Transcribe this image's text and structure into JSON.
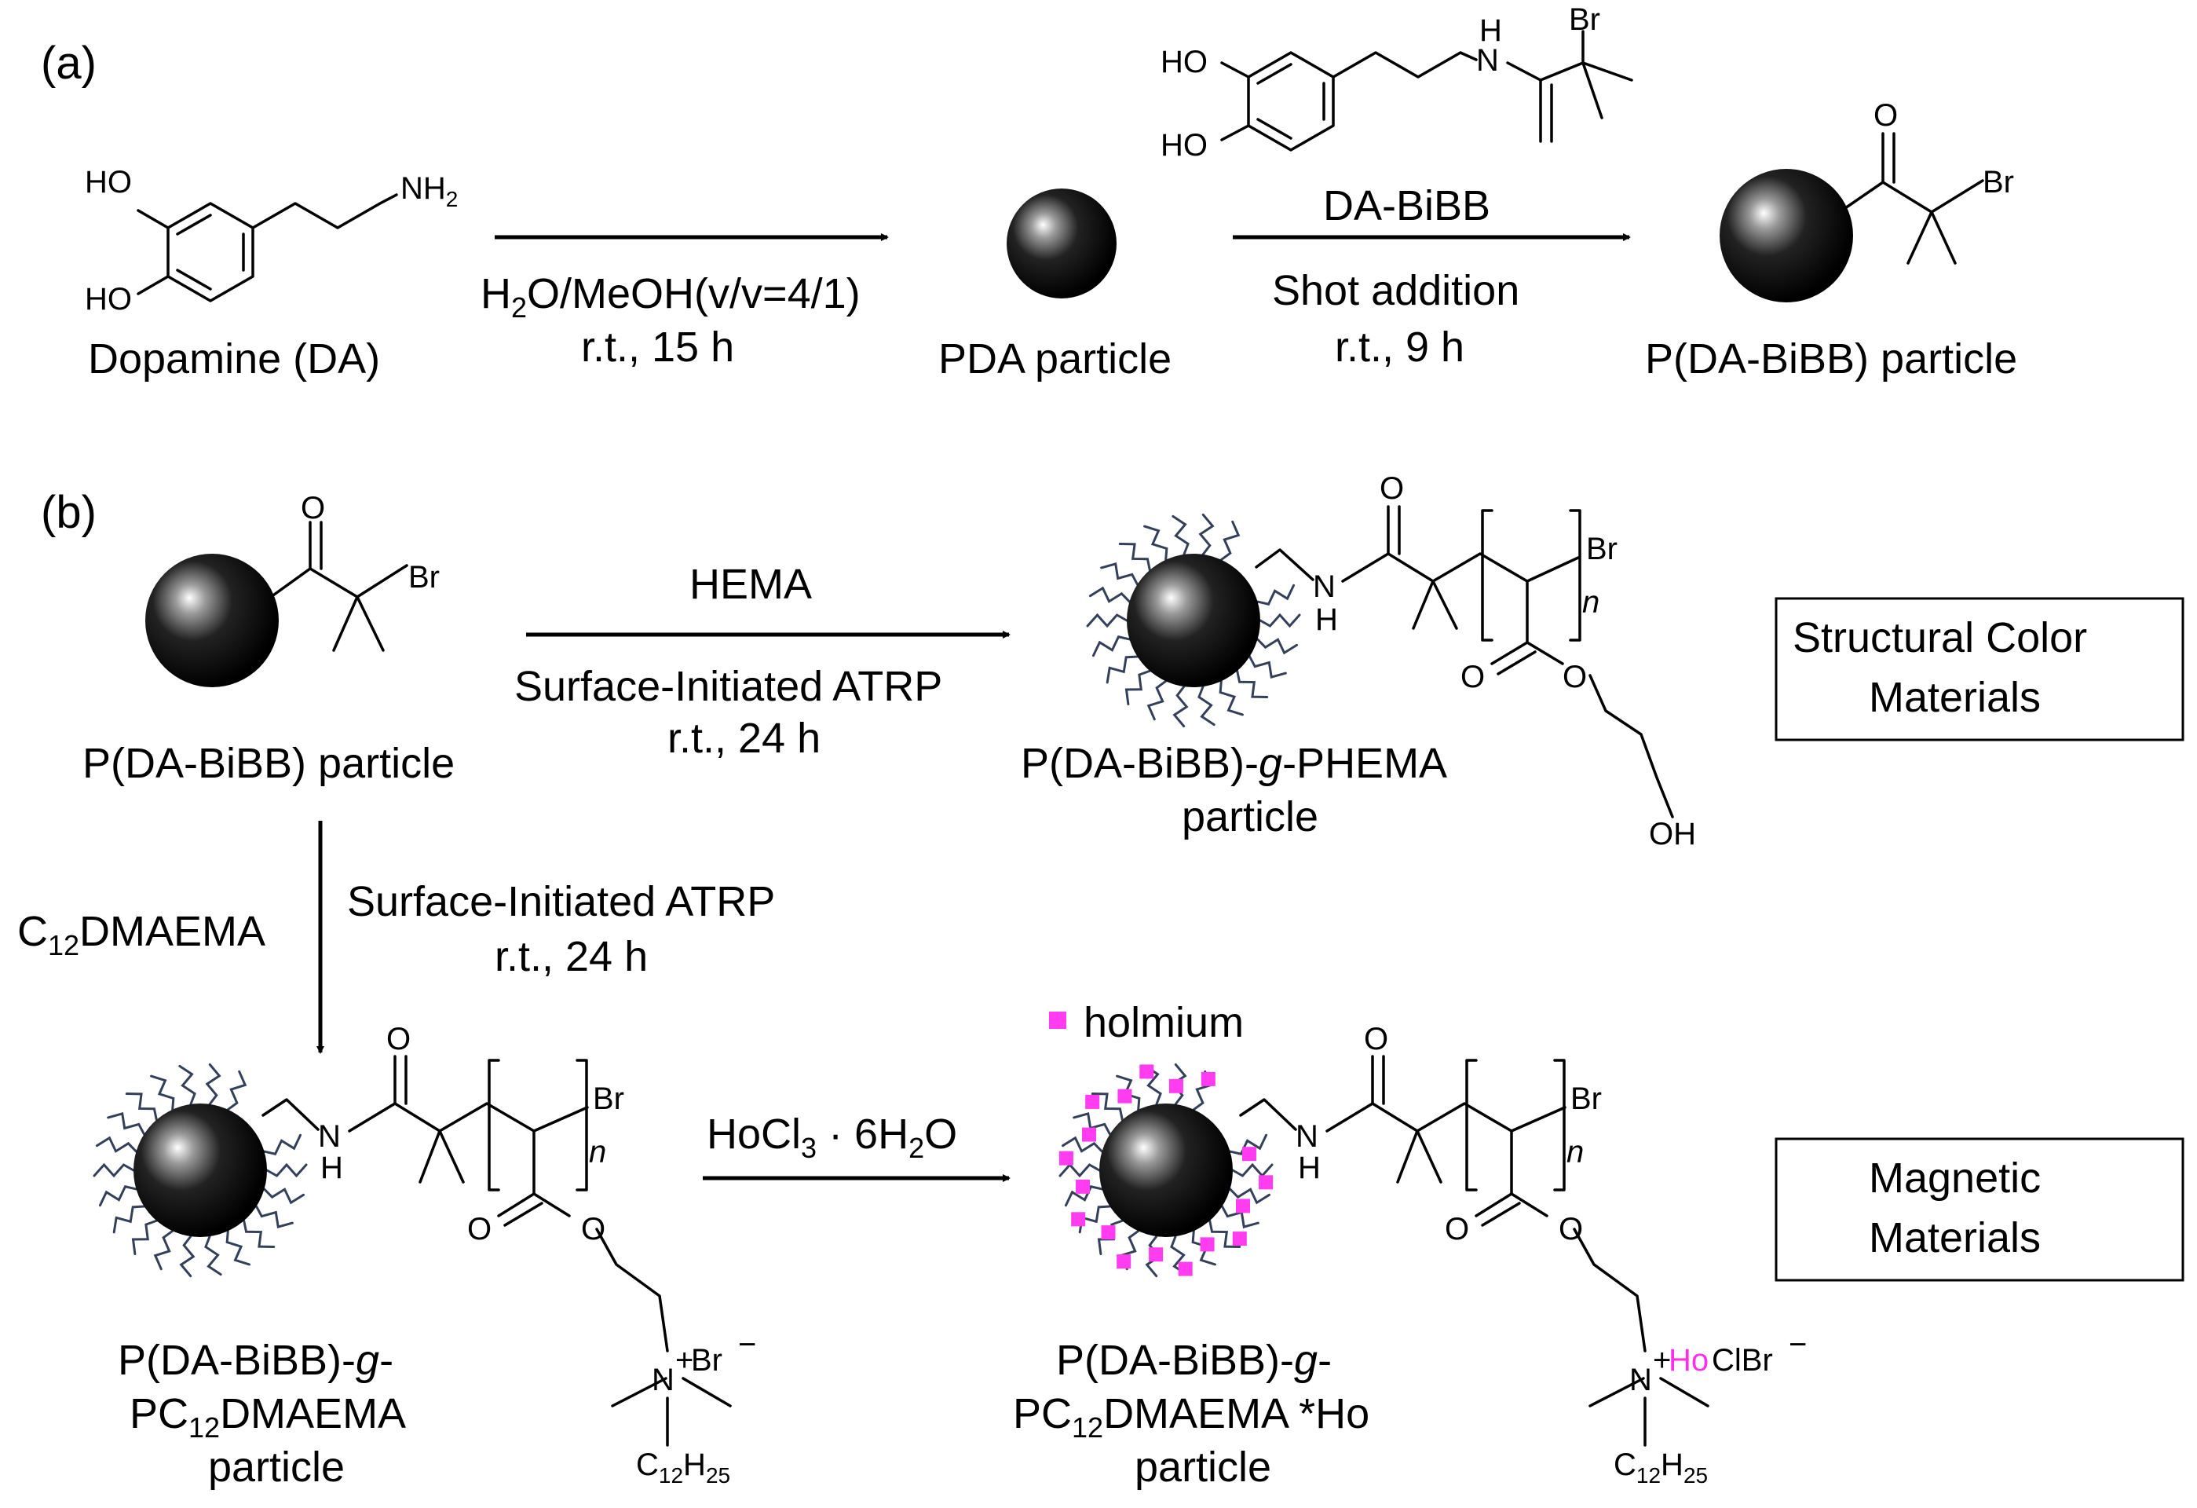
{
  "panels": {
    "a": "(a)",
    "b": "(b)"
  },
  "names": {
    "dopamine": "Dopamine (DA)",
    "pda": "PDA particle",
    "pdabibb_a": "P(DA-BiBB) particle",
    "pdabibb_b": "P(DA-BiBB) particle",
    "phema_1": "P(DA-BiBB)-g-PHEMA",
    "phema_2": "particle",
    "pc12_1": "P(DA-BiBB)-g-",
    "pc12_2": "PC12DMAEMA",
    "pc12_3": "particle",
    "pc12ho_1": "P(DA-BiBB)-g-",
    "pc12ho_2": "PC12DMAEMA *Ho",
    "pc12ho_3": "particle"
  },
  "conditions": {
    "step1_solvent": "H2O/MeOH(v/v=4/1)",
    "step1_time": "r.t., 15 h",
    "step2_reagent": "DA-BiBB",
    "step2_method": "Shot addition",
    "step2_time": "r.t., 9 h",
    "hema_reagent": "HEMA",
    "hema_method": "Surface-Initiated ATRP",
    "hema_time": "r.t., 24 h",
    "c12_reagent": "C12DMAEMA",
    "c12_method": "Surface-Initiated ATRP",
    "c12_time": "r.t., 24 h",
    "ho_reagent": "HoCl3 · 6H2O"
  },
  "legend": {
    "holmium": "holmium"
  },
  "boxes": {
    "structural_1": "Structural Color",
    "structural_2": "Materials",
    "magnetic_1": "Magnetic",
    "magnetic_2": "Materials"
  },
  "atoms": {
    "HO": "HO",
    "OH": "OH",
    "NH2": "NH2",
    "NH": "N",
    "H": "H",
    "Br": "Br",
    "O": "O",
    "n": "n",
    "N": "N",
    "plus": "+",
    "Br_minus": "Br",
    "minus": "−",
    "C12H25": "C12H25",
    "Ho": "Ho",
    "ClBr": "ClBr"
  },
  "colors": {
    "holmium": "#ff3cf0",
    "hair": "#34405a",
    "particle": "#000000"
  }
}
